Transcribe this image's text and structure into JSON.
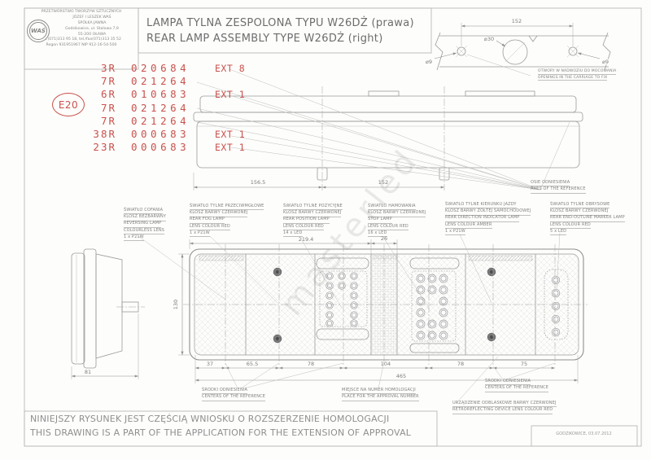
{
  "company": {
    "logo": "WAŚ",
    "lines": [
      "PRZETWÓRSTWO TWORZYW SZTUCZNYCH",
      "JÓZEF I LESZEK WAŚ",
      "SPÓŁKA JAWNA",
      "Godzikowice, ul. Stalowa 7,9",
      "55-200 OŁAWA",
      "tel.(071)313 95 18, tel./fax(071)313 35 52",
      "Regon 931951967 NIP 912-16-54-500"
    ]
  },
  "title": {
    "line_pl": "LAMPA TYLNA ZESPOLONA TYPU W26DŻ (prawa)",
    "line_en": "REAR LAMP ASSEMBLY TYPE W26DŻ (right)"
  },
  "approval": {
    "e_mark": "E20",
    "rows": [
      {
        "code": "3R",
        "number": "020684",
        "ext": "EXT 8"
      },
      {
        "code": "7R",
        "number": "021264",
        "ext": ""
      },
      {
        "code": "6R",
        "number": "010683",
        "ext": "EXT 1"
      },
      {
        "code": "7R",
        "number": "021264",
        "ext": ""
      },
      {
        "code": "7R",
        "number": "021264",
        "ext": ""
      },
      {
        "code": "38R",
        "number": "000683",
        "ext": "EXT 1"
      },
      {
        "code": "23R",
        "number": "000683",
        "ext": "EXT 1"
      }
    ]
  },
  "hole_detail": {
    "dim": "152",
    "dia_center": "⌀30",
    "dia_left": "⌀9",
    "dia_right": "⌀9",
    "note_pl": "OTWORY W NADWOZIU DO MOCOWANIA",
    "note_en": "OPENINGS IN THE CARRIAGE TO FIX"
  },
  "side_view": {
    "dim_left": "156.5",
    "dim_right": "152",
    "axes_pl": "OSIE ODNIESIENIA",
    "axes_en": "AXES OF THE REFERENCE"
  },
  "annotations": {
    "reversing": {
      "lines": [
        "ŚWIATŁO COFANIA",
        "KLOSZ BEZBARWNY",
        "REVERSING LAMP",
        "COLOURLESS LENS",
        "1 x P21W"
      ]
    },
    "fog": {
      "lines": [
        "ŚWIATŁO TYLNE PRZECIWMGŁOWE",
        "KLOSZ BARWY CZERWONEJ",
        "REAR FOG LAMP",
        "LENS COLOUR RED",
        "1 x P21W"
      ]
    },
    "position": {
      "lines": [
        "ŚWIATŁO TYLNE POZYCYJNE",
        "KLOSZ BARWY CZERWONEJ",
        "REAR POSITION LAMP",
        "LENS COLOUR RED",
        "14 x LED"
      ]
    },
    "stop": {
      "lines": [
        "ŚWIATŁO HAMOWANIA",
        "KLOSZ BARWY CZERWONEJ",
        "STOP LAMP",
        "LENS COLOUR RED",
        "16 x LED"
      ]
    },
    "indicator": {
      "lines": [
        "ŚWIATŁO TYLNE KIERUNKU JAZDY",
        "KLOSZ BARWY ŻÓŁTEJ SAMOCHODOWEJ",
        "REAR DIRECTION INDICATOR LAMP",
        "LENS COLOUR AMBER",
        "1 x P21W"
      ]
    },
    "marker": {
      "lines": [
        "ŚWIATŁO TYLNE OBRYSOWE",
        "KLOSZ BARWY CZERWONEJ",
        "REAR END-OUTLINE MARKER LAMP",
        "LENS COLOUR RED",
        "5 x LED"
      ]
    }
  },
  "front_view": {
    "dim_width": "219.4",
    "dim_band": "26",
    "dim_height": "130",
    "bottom_dims": [
      "37",
      "65.5",
      "78",
      "104",
      "78",
      "75"
    ],
    "dim_total": "465"
  },
  "end_view": {
    "dim_width": "81"
  },
  "notes": {
    "centers_left_pl": "ŚRODKI ODNIESIENIA",
    "centers_left_en": "CENTERS OF THE REFERENCE",
    "approval_place_pl": "MIEJSCE NA NUMER HOMOLOGACJI",
    "approval_place_en": "PLACE FOR THE APPROVAL NUMBER",
    "centers_right_pl": "ŚRODKI ODNIESIENIA",
    "centers_right_en": "CENTERS OF THE REFERENCE",
    "retro_pl": "URZĄDZENIE ODBLASKOWE BARWY CZERWONEJ",
    "retro_en": "RETROREFLECTING DEVICE LENS COLOUR RED"
  },
  "footer": {
    "statement_pl": "NINIEJSZY RYSUNEK JEST CZĘŚCIĄ WNIOSKU O ROZSZERZENIE HOMOLOGACJI",
    "statement_en": "THIS DRAWING IS A PART OF THE APPLICATION FOR THE EXTENSION OF APPROVAL",
    "date": "GODZIKOWICE, 03.07.2012"
  },
  "watermark": "masterled",
  "colors": {
    "red": "#c9524e",
    "line": "#9a9a9a",
    "text": "#858585"
  }
}
